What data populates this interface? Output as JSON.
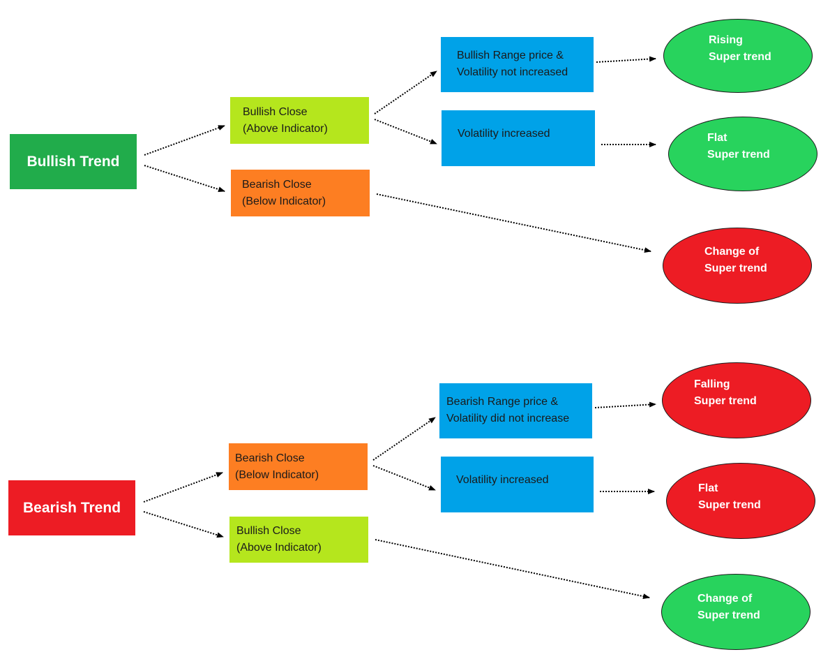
{
  "colors": {
    "bullish_root": "#21ac4b",
    "bearish_root": "#ed1c24",
    "lime": "#b5e61d",
    "orange": "#fd7e22",
    "blue": "#00a2e8",
    "green_ellipse": "#28d35d",
    "red_ellipse": "#ed1c24",
    "arrow": "#000000"
  },
  "top": {
    "root": "Bullish Trend",
    "close_a": [
      "Bullish Close",
      "(Above Indicator)"
    ],
    "close_b": [
      "Bearish Close",
      "(Below Indicator)"
    ],
    "cond_a": [
      "Bullish Range price &",
      "Volatility not increased"
    ],
    "cond_b": [
      "Volatility increased"
    ],
    "out_a": [
      "Rising",
      "Super trend"
    ],
    "out_b": [
      "Flat",
      "Super trend"
    ],
    "out_c": [
      "Change of",
      "Super trend"
    ]
  },
  "bottom": {
    "root": "Bearish Trend",
    "close_a": [
      "Bearish Close",
      "(Below Indicator)"
    ],
    "close_b": [
      "Bullish Close",
      "(Above Indicator)"
    ],
    "cond_a": [
      "Bearish Range price &",
      "Volatility did not increase"
    ],
    "cond_b": [
      "Volatility increased"
    ],
    "out_a": [
      "Falling",
      "Super trend"
    ],
    "out_b": [
      "Flat",
      "Super trend"
    ],
    "out_c": [
      "Change of",
      "Super trend"
    ]
  }
}
